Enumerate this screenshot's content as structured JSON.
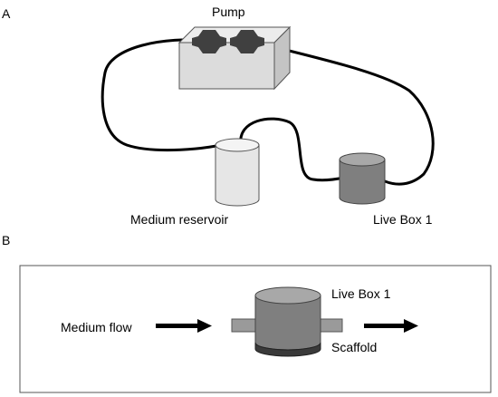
{
  "panel_a": {
    "letter": "A",
    "pump_label": "Pump",
    "reservoir_label": "Medium reservoir",
    "livebox_label": "Live Box 1"
  },
  "panel_b": {
    "letter": "B",
    "flow_label": "Medium flow",
    "livebox_label": "Live Box 1",
    "scaffold_label": "Scaffold"
  },
  "colors": {
    "pump_face": "#dcdcdc",
    "pump_top": "#ececec",
    "pump_side": "#c4c4c4",
    "pump_head": "#404040",
    "reservoir": "#e6e6e6",
    "livebox": "#7f7f7f",
    "livebox_top": "#a8a8a8",
    "scaffold": "#3a3a3a",
    "tubing": "#000000"
  },
  "icons": [
    "pump-box",
    "tubing-loop",
    "reservoir-cylinder",
    "livebox-cylinder",
    "flow-arrow"
  ]
}
